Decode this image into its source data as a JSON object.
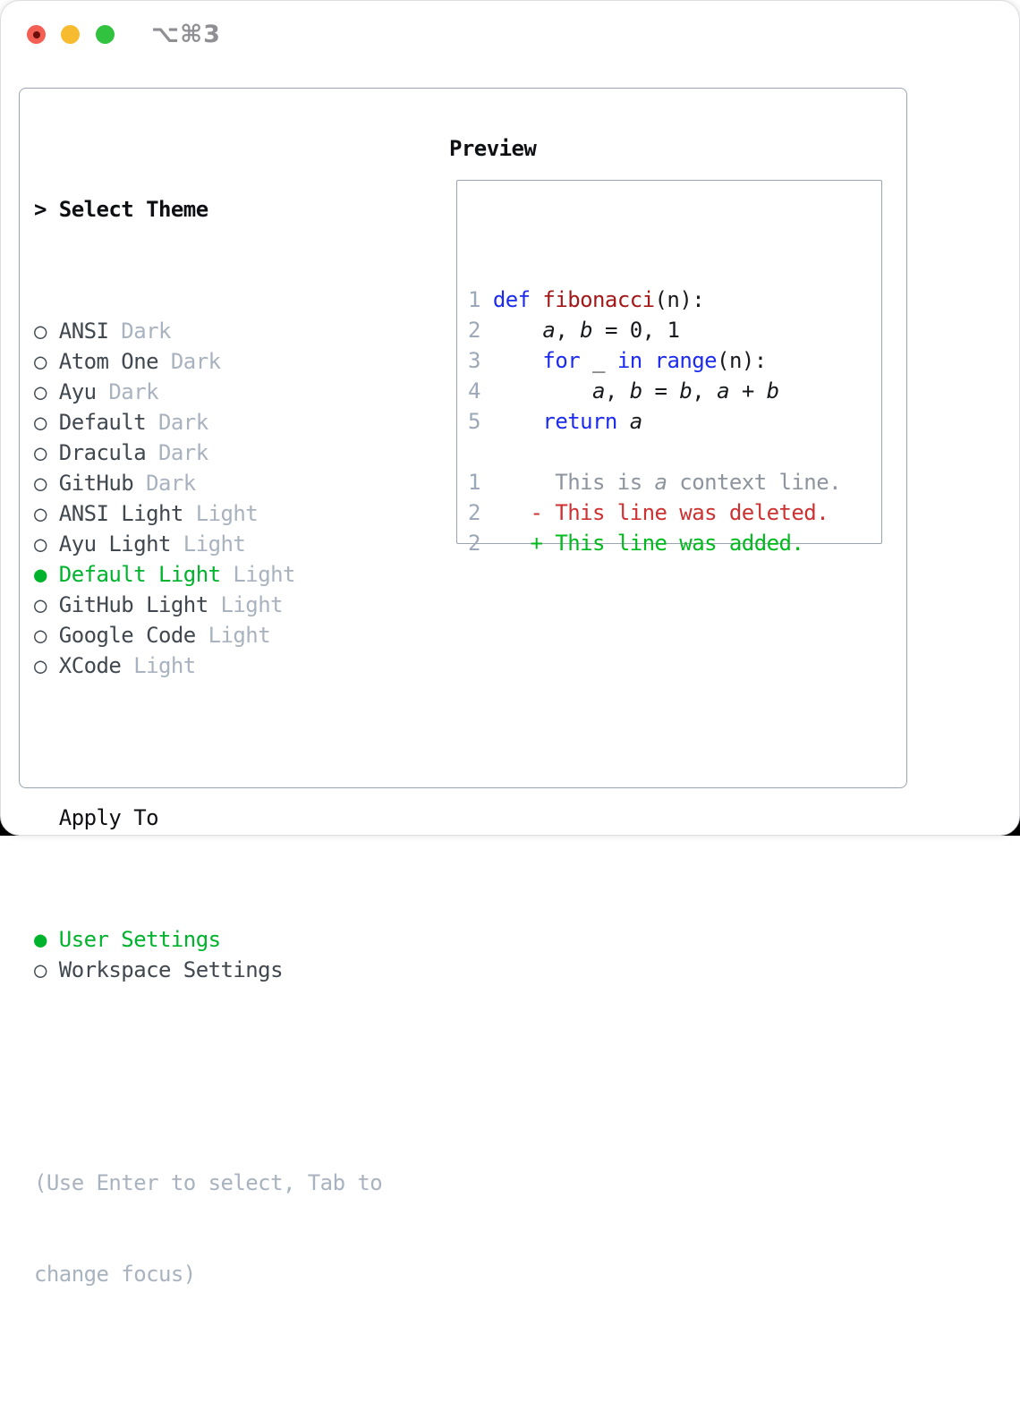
{
  "titlebar": {
    "shortcut": "⌥⌘3"
  },
  "icons": {
    "focus_caret": ">",
    "radio_unselected": "○",
    "radio_selected": "●"
  },
  "theme_list": {
    "heading": "Select Theme",
    "items": [
      {
        "name": "ANSI",
        "suffix": "Dark",
        "selected": false
      },
      {
        "name": "Atom One",
        "suffix": "Dark",
        "selected": false
      },
      {
        "name": "Ayu",
        "suffix": "Dark",
        "selected": false
      },
      {
        "name": "Default",
        "suffix": "Dark",
        "selected": false
      },
      {
        "name": "Dracula",
        "suffix": "Dark",
        "selected": false
      },
      {
        "name": "GitHub",
        "suffix": "Dark",
        "selected": false
      },
      {
        "name": "ANSI Light",
        "suffix": "Light",
        "selected": false
      },
      {
        "name": "Ayu Light",
        "suffix": "Light",
        "selected": false
      },
      {
        "name": "Default Light",
        "suffix": "Light",
        "selected": true
      },
      {
        "name": "GitHub Light",
        "suffix": "Light",
        "selected": false
      },
      {
        "name": "Google Code",
        "suffix": "Light",
        "selected": false
      },
      {
        "name": "XCode",
        "suffix": "Light",
        "selected": false
      }
    ]
  },
  "apply_to": {
    "heading": "Apply To",
    "options": [
      {
        "label": "User Settings",
        "selected": true
      },
      {
        "label": "Workspace Settings",
        "selected": false
      }
    ]
  },
  "help": {
    "lines": [
      "(Use Enter to select, Tab to",
      "change focus)"
    ]
  },
  "preview": {
    "heading": "Preview",
    "lines": [
      {
        "tokens": [
          {
            "t": "1 ",
            "c": "num"
          },
          {
            "t": "def",
            "c": "kw"
          },
          {
            "t": " ",
            "c": "pl"
          },
          {
            "t": "fibonacci",
            "c": "fn"
          },
          {
            "t": "(n):",
            "c": "pl"
          }
        ]
      },
      {
        "tokens": [
          {
            "t": "2 ",
            "c": "num"
          },
          {
            "t": "    ",
            "c": "pl"
          },
          {
            "t": "a",
            "c": "var"
          },
          {
            "t": ", ",
            "c": "pl"
          },
          {
            "t": "b",
            "c": "var"
          },
          {
            "t": " = 0, 1",
            "c": "pl"
          }
        ]
      },
      {
        "tokens": [
          {
            "t": "3 ",
            "c": "num"
          },
          {
            "t": "    ",
            "c": "pl"
          },
          {
            "t": "for",
            "c": "kw"
          },
          {
            "t": " _ ",
            "c": "pl"
          },
          {
            "t": "in",
            "c": "kw"
          },
          {
            "t": " ",
            "c": "pl"
          },
          {
            "t": "range",
            "c": "kw"
          },
          {
            "t": "(n):",
            "c": "pl"
          }
        ]
      },
      {
        "tokens": [
          {
            "t": "4 ",
            "c": "num"
          },
          {
            "t": "        ",
            "c": "pl"
          },
          {
            "t": "a",
            "c": "var"
          },
          {
            "t": ", ",
            "c": "pl"
          },
          {
            "t": "b",
            "c": "var"
          },
          {
            "t": " = ",
            "c": "pl"
          },
          {
            "t": "b",
            "c": "var"
          },
          {
            "t": ", ",
            "c": "pl"
          },
          {
            "t": "a",
            "c": "var"
          },
          {
            "t": " + ",
            "c": "pl"
          },
          {
            "t": "b",
            "c": "var"
          }
        ]
      },
      {
        "tokens": [
          {
            "t": "5 ",
            "c": "num"
          },
          {
            "t": "    ",
            "c": "pl"
          },
          {
            "t": "return",
            "c": "kw"
          },
          {
            "t": " ",
            "c": "pl"
          },
          {
            "t": "a",
            "c": "var"
          }
        ]
      },
      {
        "tokens": []
      },
      {
        "tokens": [
          {
            "t": "1",
            "c": "num"
          },
          {
            "t": "      This is ",
            "c": "ctx"
          },
          {
            "t": "a",
            "c": "ctxvar"
          },
          {
            "t": " context line.",
            "c": "ctx"
          }
        ]
      },
      {
        "tokens": [
          {
            "t": "2",
            "c": "num"
          },
          {
            "t": "    ",
            "c": "pl"
          },
          {
            "t": "- This line was deleted.",
            "c": "del"
          }
        ]
      },
      {
        "tokens": [
          {
            "t": "2",
            "c": "num"
          },
          {
            "t": "    ",
            "c": "pl"
          },
          {
            "t": "+ This line was added.",
            "c": "add"
          }
        ]
      }
    ]
  },
  "colors": {
    "traffic_red": "#f45f53",
    "traffic_red_dot": "#6b0f0a",
    "traffic_yellow": "#f6bb2f",
    "traffic_green": "#31c23f",
    "title_text": "#8e8e93",
    "border_gray": "#9ba4b0",
    "heading_black": "#0d0f12",
    "item_dark": "#40474f",
    "muted_gray": "#a9b2bf",
    "line_number": "#9ca7b8",
    "keyword_blue": "#1c2bee",
    "function_red": "#a31818",
    "context_gray": "#8d949d",
    "deleted_red": "#cd3131",
    "added_green": "#00ba1d",
    "selected_green": "#00b32c",
    "plain_black": "#17191d"
  }
}
